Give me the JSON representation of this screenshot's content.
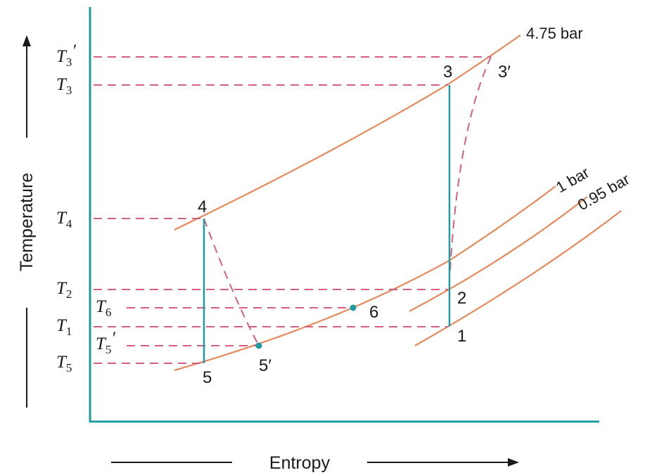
{
  "diagram": {
    "axes": {
      "x_label": "Entropy",
      "y_label": "Temperature"
    },
    "temperature_labels": [
      {
        "id": "t3p",
        "base": "T",
        "sub": "3",
        "prime": "′"
      },
      {
        "id": "t3",
        "base": "T",
        "sub": "3",
        "prime": ""
      },
      {
        "id": "t4",
        "base": "T",
        "sub": "4",
        "prime": ""
      },
      {
        "id": "t2",
        "base": "T",
        "sub": "2",
        "prime": ""
      },
      {
        "id": "t6",
        "base": "T",
        "sub": "6",
        "prime": ""
      },
      {
        "id": "t1",
        "base": "T",
        "sub": "1",
        "prime": ""
      },
      {
        "id": "t5p",
        "base": "T",
        "sub": "5",
        "prime": "′"
      },
      {
        "id": "t5",
        "base": "T",
        "sub": "5",
        "prime": ""
      }
    ],
    "pressure_labels": {
      "high": "4.75 bar",
      "mid": "1 bar",
      "low": "0.95 bar"
    },
    "state_points": {
      "p1": "1",
      "p2": "2",
      "p3": "3",
      "p3p": "3′",
      "p4": "4",
      "p5": "5",
      "p5p": "5′",
      "p6": "6"
    },
    "colors": {
      "axis": "#1f9aa0",
      "isobar": "#e58a5c",
      "dashed": "#d4607e",
      "process": "#1f9aa0",
      "text": "#1a1a1a"
    }
  }
}
